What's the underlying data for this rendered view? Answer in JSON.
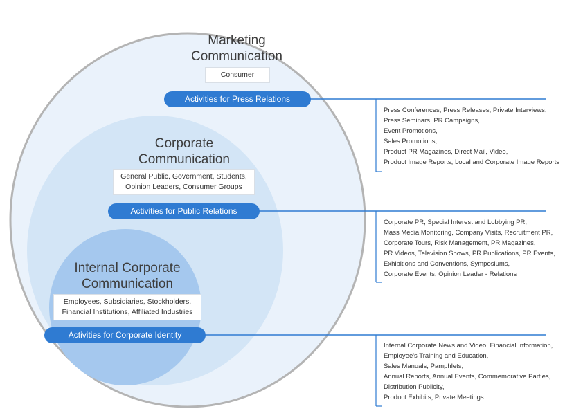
{
  "marketing": {
    "title_line1": "Marketing",
    "title_line2": "Communication",
    "audience": [
      "Consumer"
    ],
    "activity": "Activities for Press Relations",
    "details": [
      "Press Conferences, Press Releases, Private Interviews,",
      "Press Seminars, PR Campaigns,",
      "Event Promotions,",
      "Sales Promotions,",
      "Product PR Magazines, Direct Mail, Video,",
      "Product Image Reports, Local and Corporate Image Reports"
    ]
  },
  "corporate": {
    "title_line1": "Corporate",
    "title_line2": "Communication",
    "audience": [
      "General Public, Government, Students,",
      "Opinion Leaders, Consumer Groups"
    ],
    "activity": "Activities for Public Relations",
    "details": [
      "Corporate PR, Special Interest and Lobbying PR,",
      "Mass Media Monitoring, Company Visits, Recruitment PR,",
      "Corporate Tours, Risk Management, PR Magazines,",
      "PR Videos, Television Shows, PR Publications, PR Events,",
      "Exhibitions and Conventions, Symposiums,",
      "Corporate Events, Opinion Leader - Relations"
    ]
  },
  "internal": {
    "title_line1": "Internal Corporate",
    "title_line2": "Communication",
    "audience": [
      "Employees, Subsidiaries, Stockholders,",
      "Financial Institutions, Affiliated Industries"
    ],
    "activity": "Activities for Corporate Identity",
    "details": [
      "Internal Corporate News and Video, Financial Information,",
      "Employee's Training and Education,",
      "Sales Manuals, Pamphlets,",
      "Annual Reports, Annual Events, Commemorative Parties,",
      "Distribution Publicity,",
      "Product Exhibits, Private Meetings"
    ]
  },
  "colors": {
    "outer_fill": "#eaf2fb",
    "middle_fill": "#d3e5f6",
    "inner_fill": "#a5c8ee",
    "ring_stroke": "#b4b4b4",
    "accent": "#2f7bd2",
    "connector": "#2f7bd2"
  }
}
